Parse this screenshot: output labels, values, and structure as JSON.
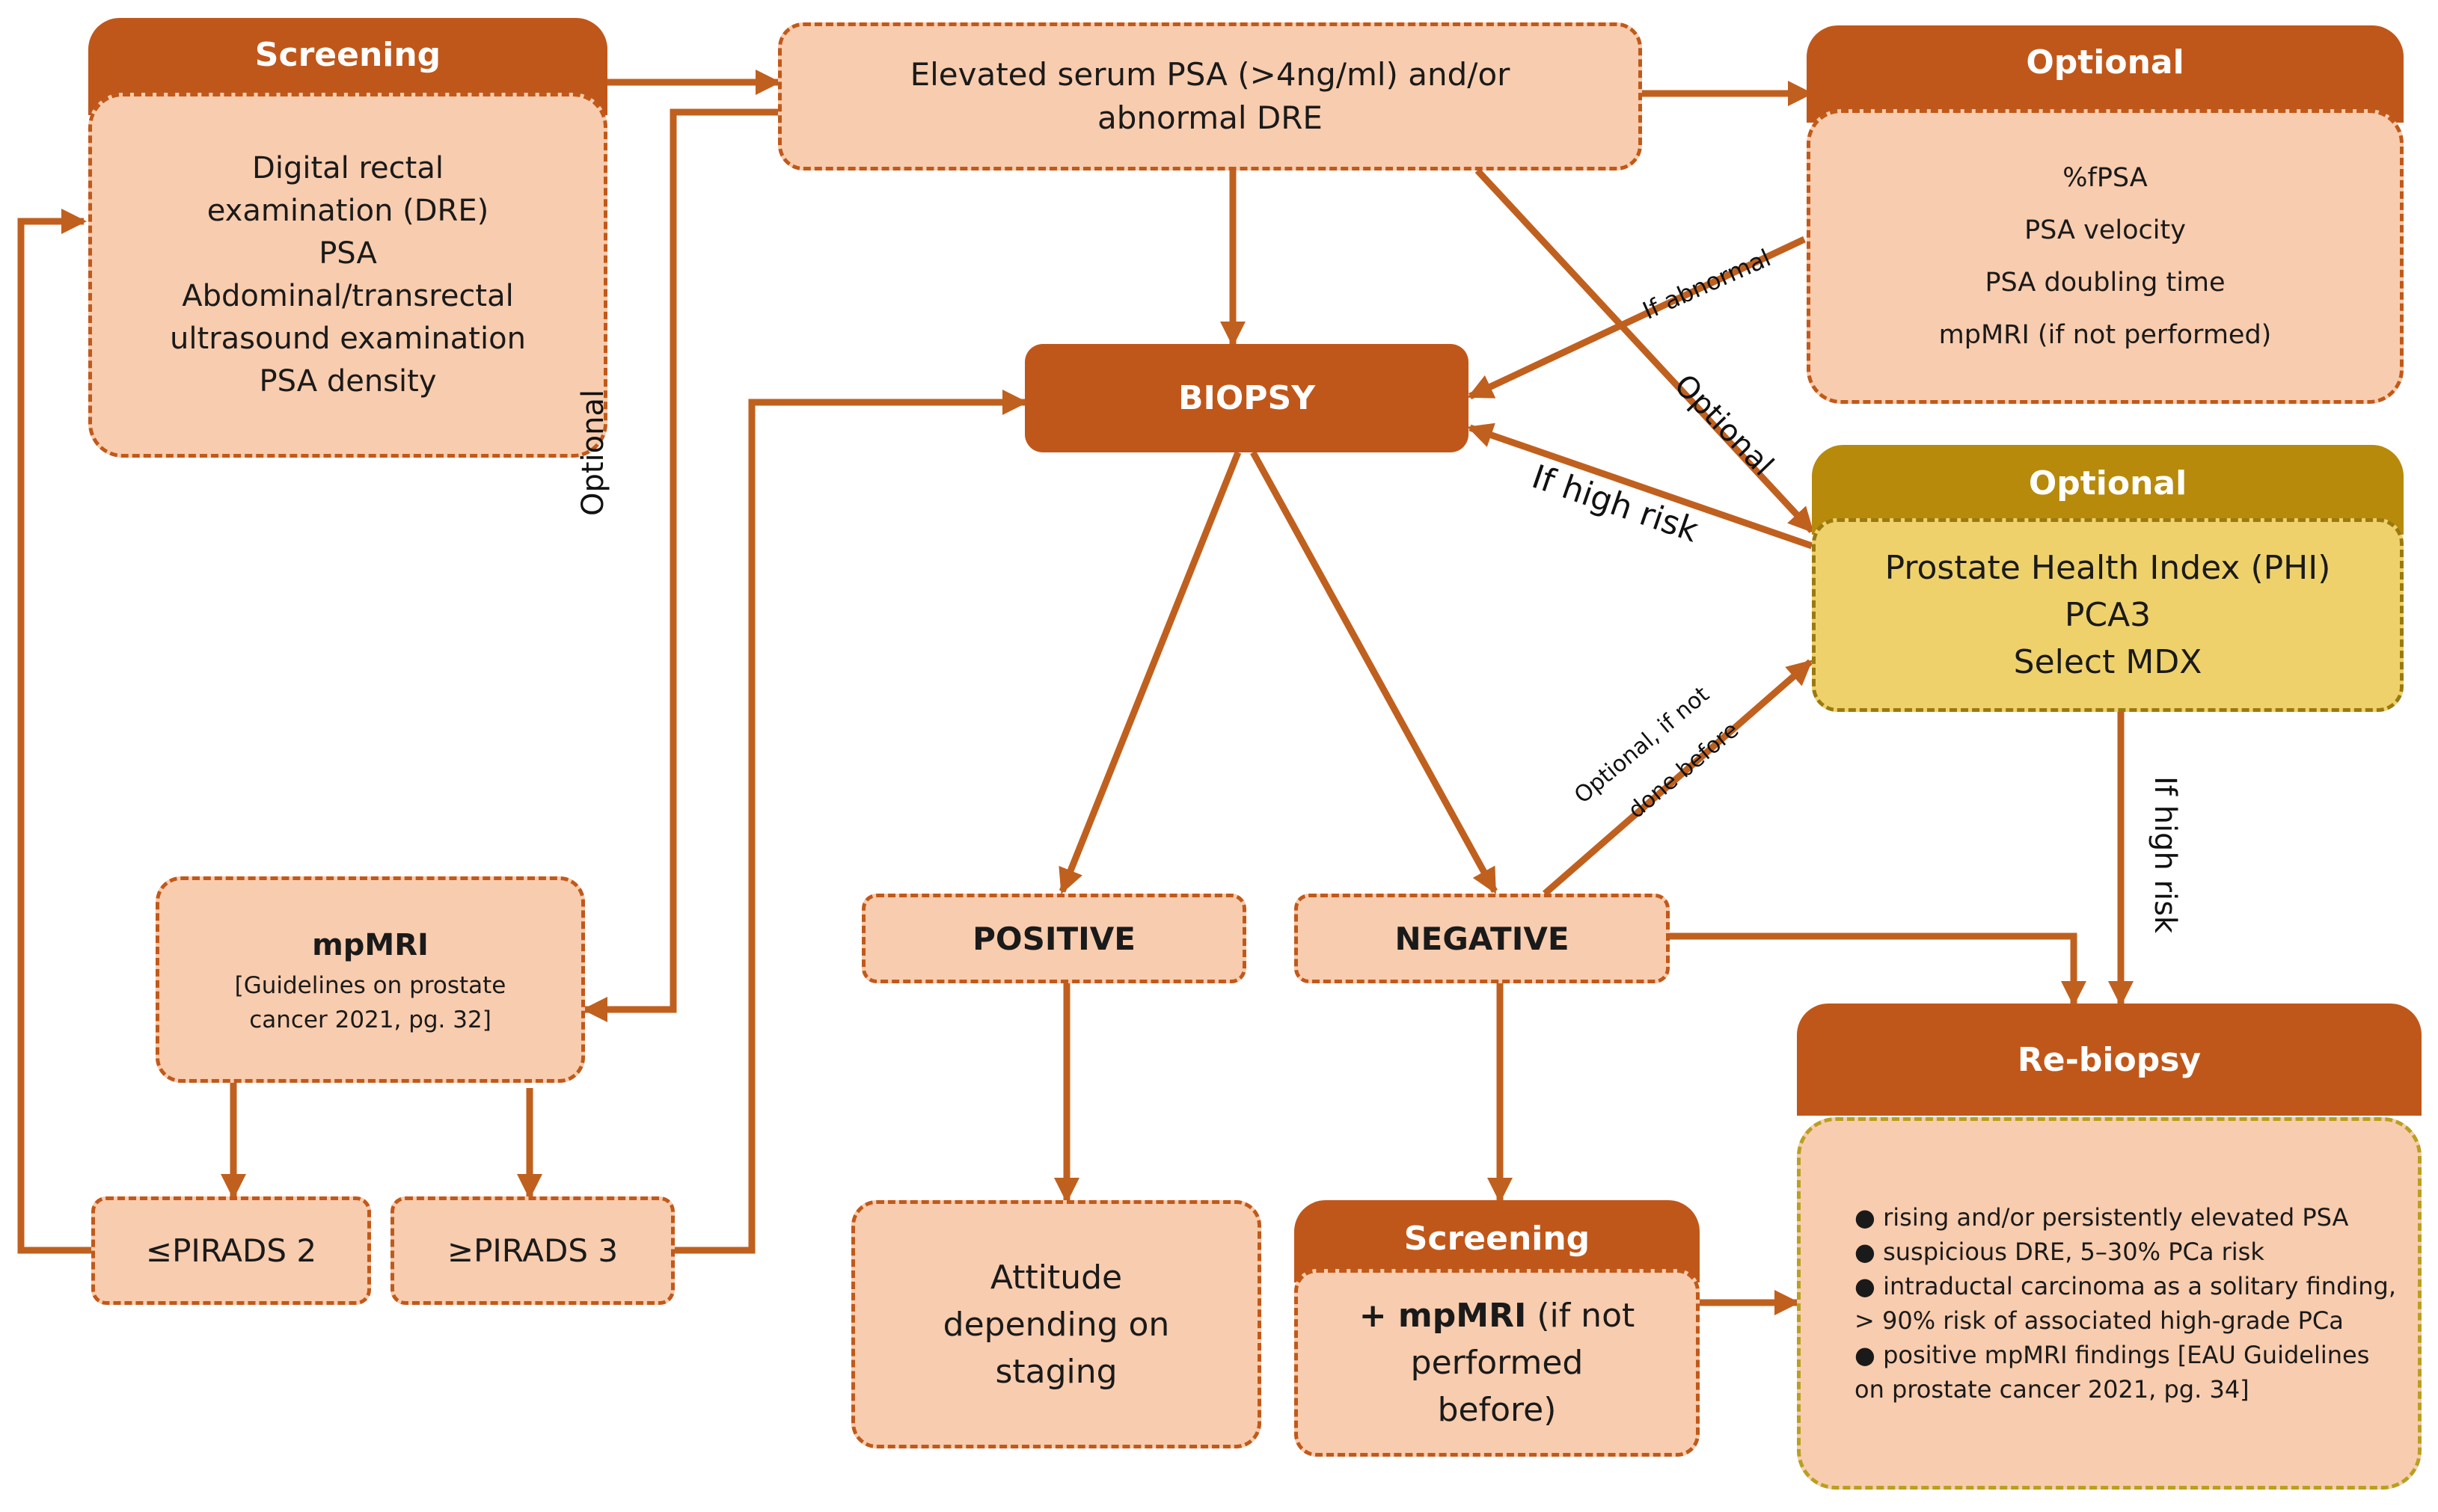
{
  "screening_top": {
    "header": "Screening",
    "items": [
      "Digital rectal",
      "examination (DRE)",
      "PSA",
      "Abdominal/transrectal",
      "ultrasound examination",
      "PSA density"
    ]
  },
  "elevated": {
    "line1": "Elevated serum PSA (>4ng/ml) and/or",
    "line2": "abnormal DRE"
  },
  "optional_top": {
    "header": "Optional",
    "items": [
      "%fPSA",
      "PSA velocity",
      "PSA doubling time",
      "mpMRI (if not performed)"
    ]
  },
  "biopsy": "BIOPSY",
  "optional_phi": {
    "header": "Optional",
    "items": [
      "Prostate Health Index (PHI)",
      "PCA3",
      "Select MDX"
    ]
  },
  "mpmri": {
    "title": "mpMRI",
    "ref1": "[Guidelines on prostate",
    "ref2": "cancer 2021, pg. 32]"
  },
  "pirads2": "≤PIRADS 2",
  "pirads3": "≥PIRADS 3",
  "positive": "POSITIVE",
  "negative": "NEGATIVE",
  "attitude": {
    "line1": "Attitude",
    "line2": "depending on",
    "line3": "staging"
  },
  "screening_bottom": {
    "header": "Screening",
    "bold": "+ mpMRI",
    "rest1": " (if not",
    "line2": "performed",
    "line3": "before)"
  },
  "rebiopsy": {
    "header": "Re-biopsy",
    "items": [
      "rising and/or persistently elevated PSA",
      "suspicious DRE, 5–30% PCa risk",
      "intraductal carcinoma as a solitary finding, > 90% risk of associated high-grade PCa",
      "positive mpMRI findings [EAU Guidelines on prostate cancer 2021, pg. 34]"
    ]
  },
  "edge_labels": {
    "optional_left": "Optional",
    "if_abnormal": "If abnormal",
    "optional_diag": "Optional",
    "if_high_risk": "If high risk",
    "optional_if_not_1": "Optional, if not",
    "optional_if_not_2": "done before",
    "if_high_risk_right": "If high risk"
  },
  "colors": {
    "box_fill": "#f8ccae",
    "box_border": "#c1591a",
    "header": "#c0571a",
    "arrow": "#c0601f",
    "phi_header": "#b78a0c",
    "phi_fill": "#efd16c",
    "phi_border": "#9a7a10"
  }
}
